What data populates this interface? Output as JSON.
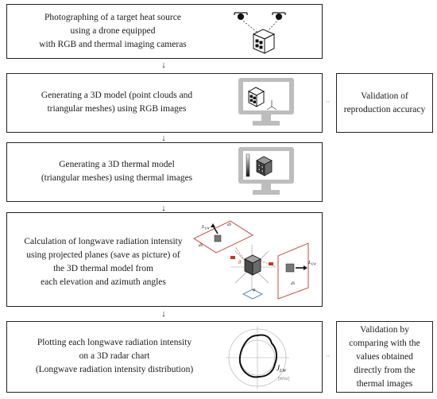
{
  "steps": [
    {
      "lines": [
        "Photographing of a target heat source",
        "using a drone equipped",
        "with RGB and thermal imaging cameras"
      ]
    },
    {
      "lines": [
        "Generating a 3D model (point clouds and",
        "triangular meshes) using RGB images"
      ]
    },
    {
      "lines": [
        "Generating a 3D thermal model",
        "(triangular meshes) using thermal images"
      ]
    },
    {
      "lines": [
        "Calculation of longwave radiation intensity",
        "using projected planes (save as picture) of",
        "the 3D thermal model from",
        "each elevation and azimuth angles"
      ]
    },
    {
      "lines": [
        "Plotting each longwave radiation intensity",
        "on a 3D radar chart",
        "(Longwave radiation intensity distribution)"
      ]
    }
  ],
  "side_boxes": [
    {
      "lines": [
        "Validation of",
        "reproduction accuracy"
      ]
    },
    {
      "lines": [
        "Validation by",
        "comparing with the",
        "values obtained",
        "directly from the",
        "thermal images"
      ]
    }
  ],
  "arrow_glyph": "↓",
  "connector_glyph": "··",
  "figure_labels": {
    "l_lw": "L",
    "l_lw_sub": "LW",
    "theta": "θ",
    "phi": "φ",
    "j_lw": "J",
    "j_lw_sub": "LW",
    "j_unit": "[W/sr]",
    "ds_label": "dS",
    "ds_sub": "n (θ, φ)",
    "ds_sub2": "p (θ, φ)"
  },
  "colors": {
    "border": "#222222",
    "accent_red": "#c0392b",
    "monitor": "#b8b8b8"
  }
}
